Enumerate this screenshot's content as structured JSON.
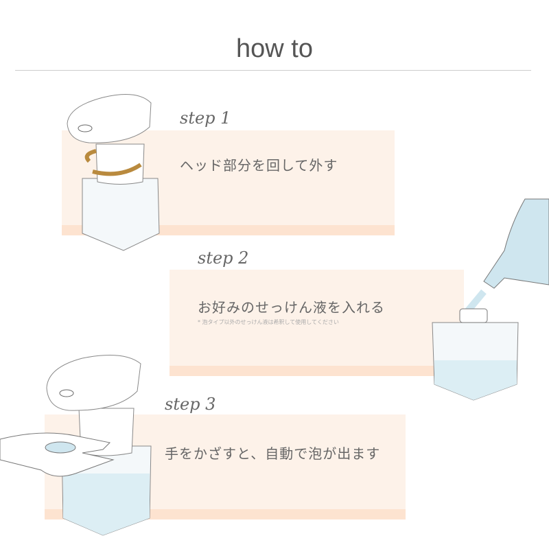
{
  "title": "how to",
  "steps": [
    {
      "label": "step 1",
      "text": "ヘッド部分を回して外す"
    },
    {
      "label": "step 2",
      "text": "お好みのせっけん液を入れる",
      "note": "* 泡タイプ以外のせっけん液は希釈して使用してください"
    },
    {
      "label": "step 3",
      "text": "手をかざすと、自動で泡が出ます"
    }
  ],
  "colors": {
    "panel": "#fdf2e9",
    "strip": "#fde3d0",
    "arrow": "#b98a3e",
    "liquid": "#cfe6ef"
  }
}
